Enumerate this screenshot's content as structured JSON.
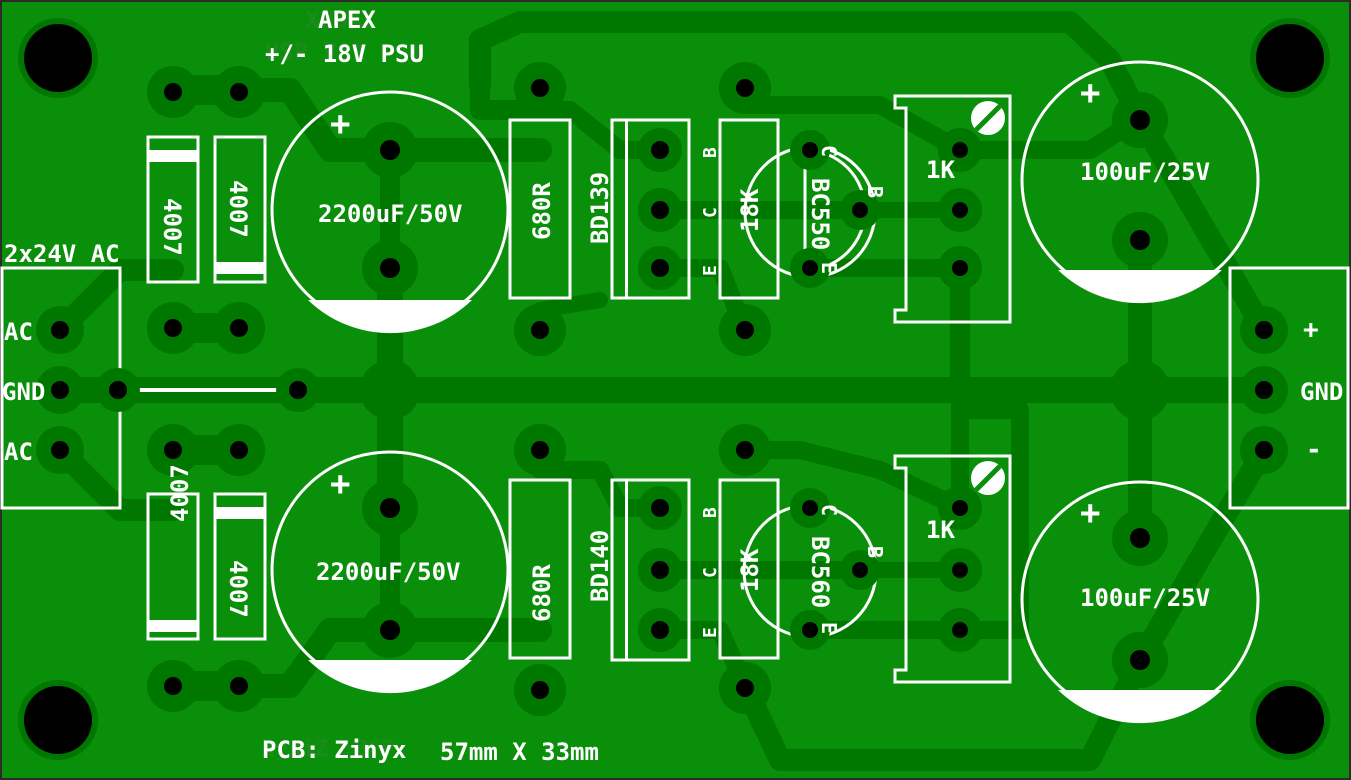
{
  "colors": {
    "board": "#0a8f0a",
    "copper": "#007800",
    "silkscreen": "#ffffff",
    "hole": "#000000",
    "ghost_text": "#1e8a1e"
  },
  "title": {
    "line1": "APEX",
    "line2": "+/- 18V PSU",
    "ghost_line1": "XƎ9A",
    "ghost_line2": "USP V81 -/+"
  },
  "input_connector": {
    "label": "2x24V AC",
    "pin1": "AC",
    "pin2": "GND",
    "pin3": "AC"
  },
  "output_connector": {
    "pin1": "+",
    "pin2": "GND",
    "pin3": "-"
  },
  "top_rail": {
    "diode_1": "4007",
    "diode_2": "4007",
    "main_cap": "2200uF/50V",
    "main_cap_polarity": "+",
    "resistor_1": "680R",
    "pass_transistor": "BD139",
    "pin_b": "B",
    "pin_c": "C",
    "pin_e": "E",
    "resistor_2": "18K",
    "driver": "BC550",
    "driver_c": "C",
    "driver_e": "E",
    "driver_b": "B",
    "trimmer": "1K",
    "output_cap": "100uF/25V",
    "output_cap_polarity": "+"
  },
  "bottom_rail": {
    "diode_1": "4007",
    "diode_2": "4007",
    "main_cap": "2200uF/50V",
    "main_cap_polarity": "+",
    "resistor_1": "680R",
    "pass_transistor": "BD140",
    "pin_b": "B",
    "pin_c": "C",
    "pin_e": "E",
    "resistor_2": "18K",
    "driver": "BC560",
    "driver_c": "C",
    "driver_e": "E",
    "driver_b": "B",
    "trimmer": "1K",
    "output_cap": "100uF/25V",
    "output_cap_polarity": "+"
  },
  "footer": {
    "credit": "PCB: Zinyx",
    "size": "57mm X 33mm",
    "ghost": "xyniZ :BCP"
  }
}
